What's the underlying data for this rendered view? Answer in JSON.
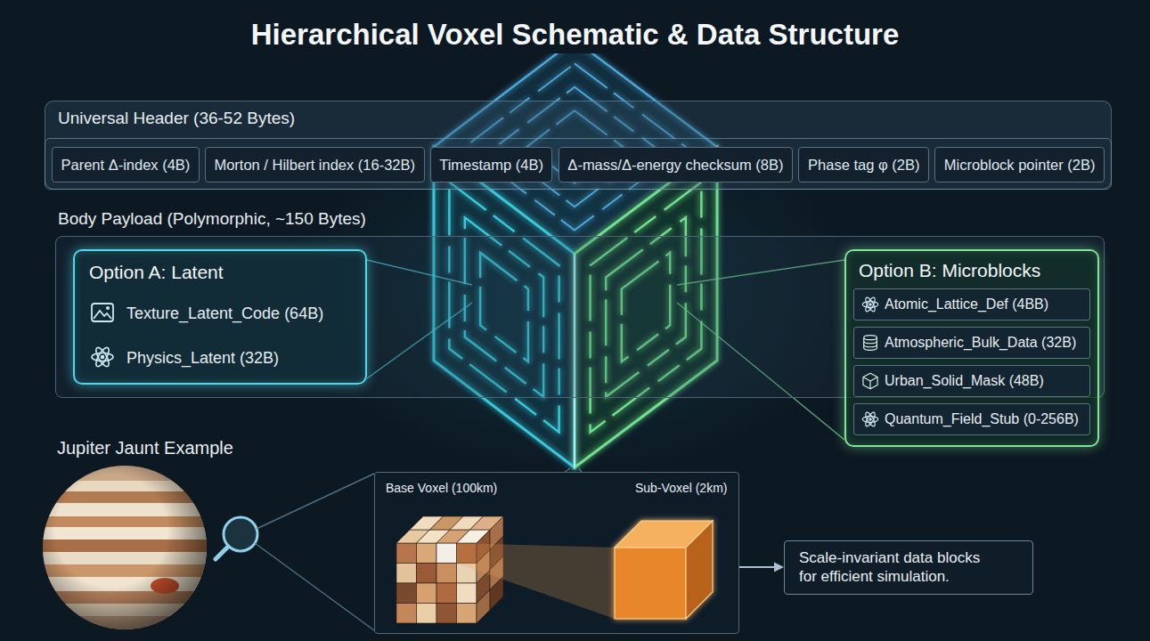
{
  "diagram": {
    "title": "Hierarchical Voxel Schematic & Data Structure",
    "nodes": [
      {
        "text": [
          "Universal Header (36-52 Bytes)"
        ]
      },
      {
        "text": [
          "Parent Δ-index (4B)"
        ],
        "in": 0
      },
      {
        "text": [
          "Morton / Hilbert index (16-32B)"
        ],
        "in": 0
      },
      {
        "text": [
          "Timestamp (4B)"
        ],
        "in": 0
      },
      {
        "text": [
          "Δ-mass/Δ-energy checksum (8B)"
        ],
        "in": 0
      },
      {
        "text": [
          "Phase tag φ (2B)"
        ],
        "in": 0
      },
      {
        "text": [
          "Microblock pointer (2B)"
        ],
        "in": 0
      },
      {
        "text": [
          "Body Payload (Polymorphic, ~150 Bytes)"
        ]
      },
      {
        "text": [
          "Option A: Latent",
          "Texture_Latent_Code (64B)",
          "Physics_Latent (32B)"
        ],
        "in": 7
      },
      {
        "text": [
          "Option B: Microblocks"
        ],
        "in": 7
      },
      {
        "text": [
          "Atomic_Lattice_Def (4BB)"
        ],
        "in": 9
      },
      {
        "text": [
          "Atmospheric_Bulk_Data (32B)"
        ],
        "in": 9
      },
      {
        "text": [
          "Urban_Solid_Mask (48B)"
        ],
        "in": 9
      },
      {
        "text": [
          "Quantum_Field_Stub (0-256B)"
        ],
        "in": 9
      },
      {
        "text": [
          "Base Voxel (100km)",
          "Sub-Voxel (2km)"
        ]
      },
      {
        "text": [
          "Scale-invariant data blocks for efficient simulation."
        ]
      }
    ],
    "edges": [
      {
        "from": 14,
        "to": 15,
        "arrow": "to"
      }
    ],
    "labels": [
      "Jupiter Jaunt Example"
    ]
  }
}
